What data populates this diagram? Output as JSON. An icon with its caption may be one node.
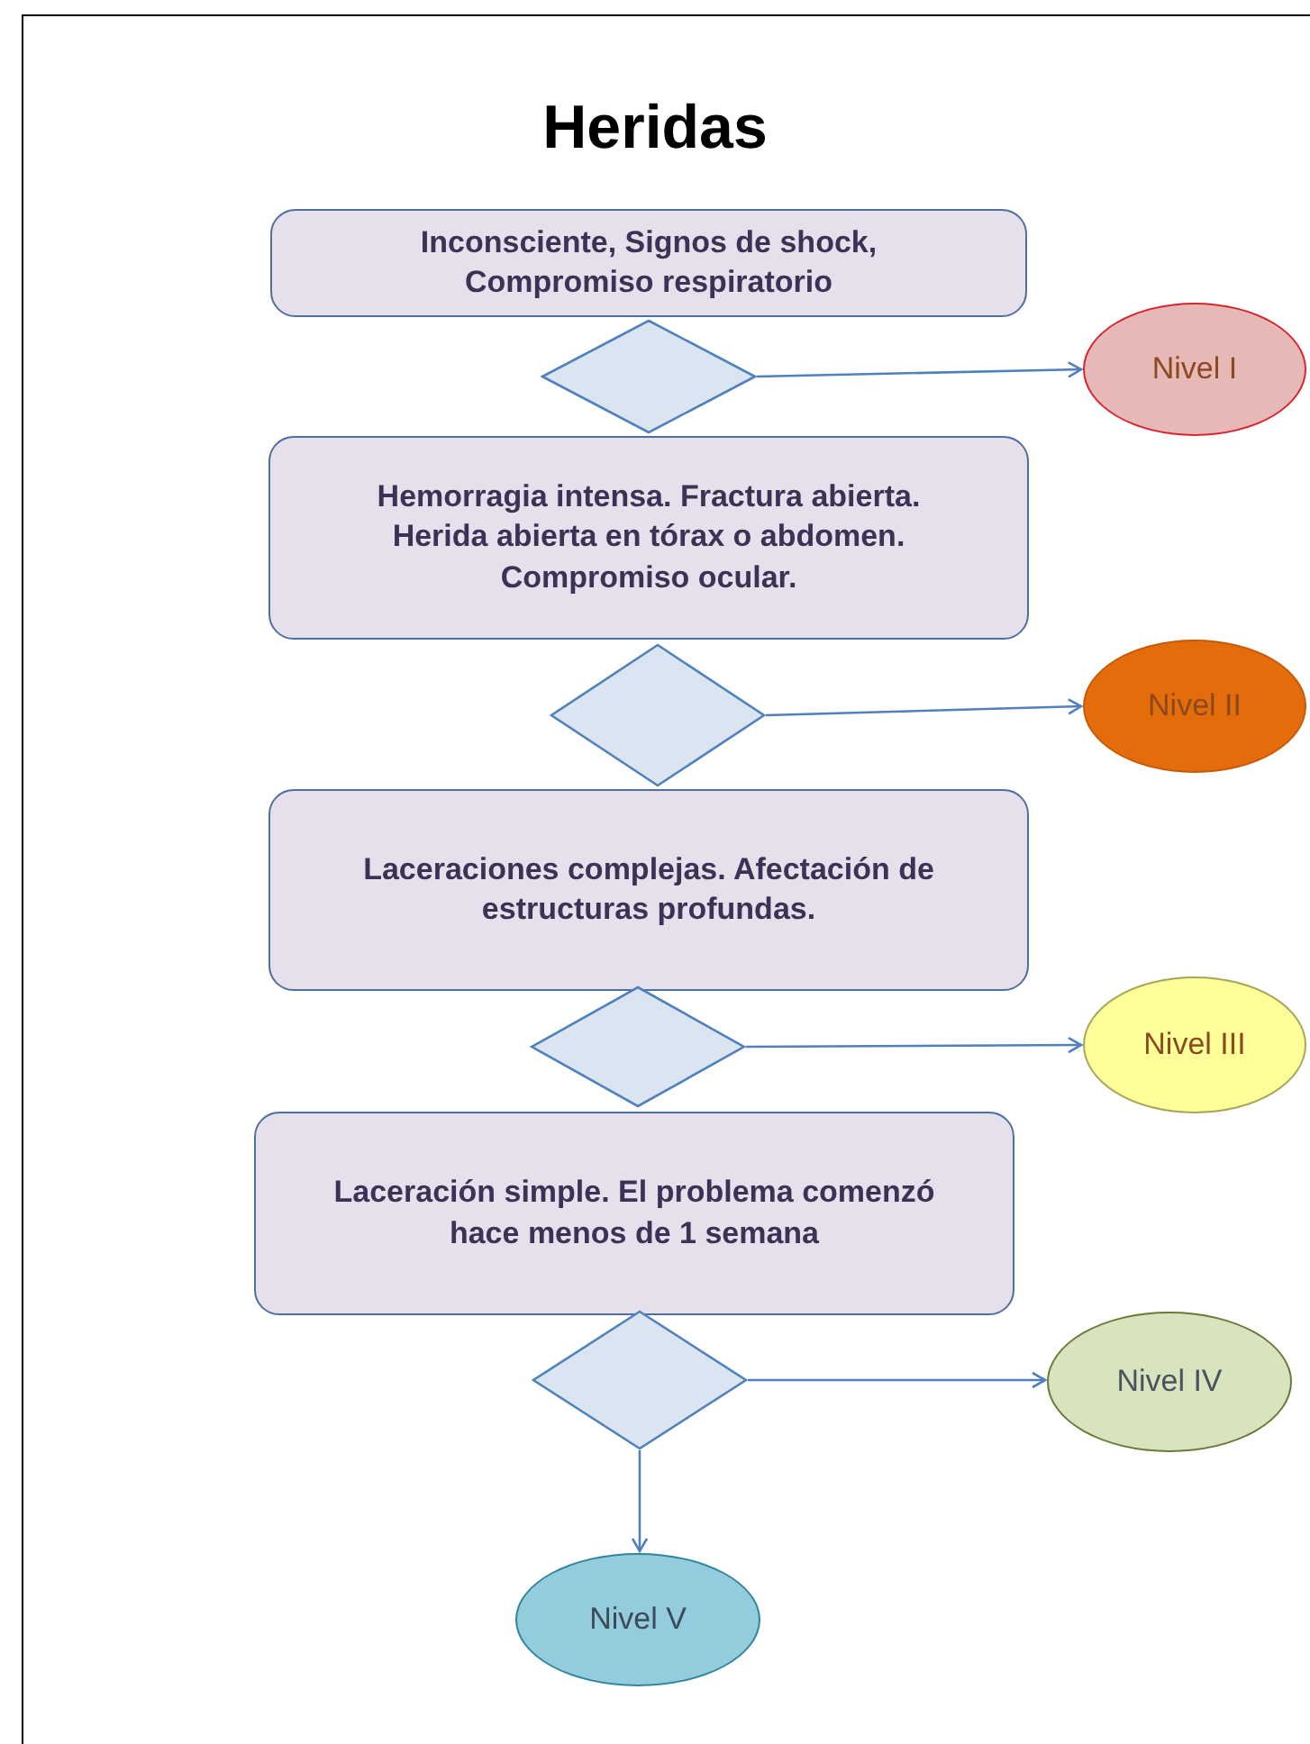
{
  "diagram": {
    "title": "Heridas",
    "nodes": [
      {
        "text": [
          "Inconsciente, Signos de shock, Compromiso respiratorio"
        ]
      },
      {
        "text": [],
        "shape": "diamond"
      },
      {
        "text": [
          "Nivel I"
        ]
      },
      {
        "text": [
          "Hemorragia intensa. Fractura abierta. Herida abierta en tórax o abdomen. Compromiso ocular."
        ]
      },
      {
        "text": [],
        "shape": "diamond"
      },
      {
        "text": [
          "Nivel II"
        ]
      },
      {
        "text": [
          "Laceraciones complejas. Afectación de estructuras profundas."
        ]
      },
      {
        "text": [],
        "shape": "diamond"
      },
      {
        "text": [
          "Nivel III"
        ]
      },
      {
        "text": [
          "Laceración simple. El problema comenzó hace menos de 1 semana"
        ]
      },
      {
        "text": [],
        "shape": "diamond"
      },
      {
        "text": [
          "Nivel IV"
        ]
      },
      {
        "text": [
          "Nivel V"
        ]
      }
    ],
    "edges": [
      {
        "from": 1,
        "to": 2,
        "arrow": "to"
      },
      {
        "from": 4,
        "to": 5,
        "arrow": "to"
      },
      {
        "from": 7,
        "to": 8,
        "arrow": "to"
      },
      {
        "from": 10,
        "to": 11,
        "arrow": "to"
      },
      {
        "from": 10,
        "to": 12,
        "arrow": "to"
      }
    ]
  }
}
